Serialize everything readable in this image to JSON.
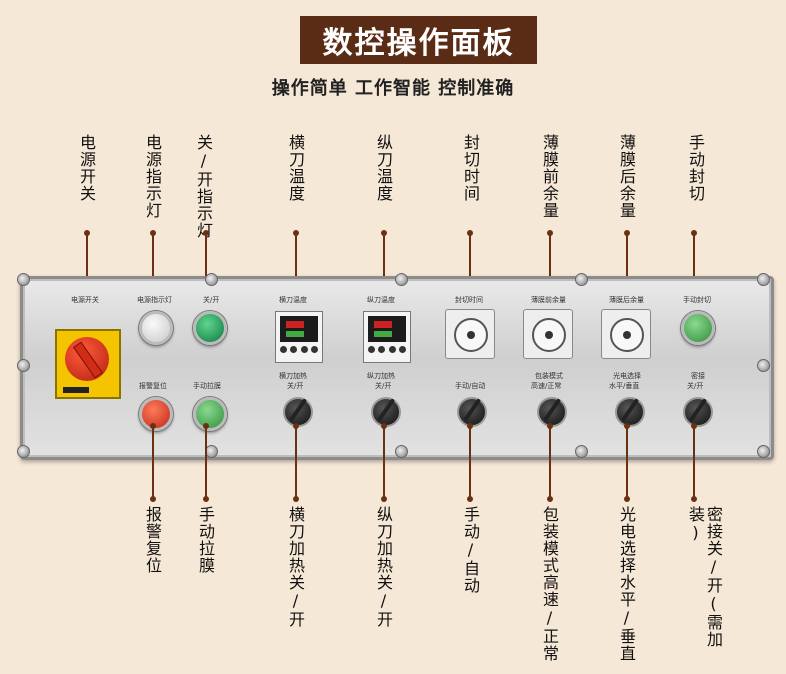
{
  "header": {
    "title": "数控操作面板",
    "subtitle": "操作简单  工作智能  控制准确"
  },
  "top_labels": [
    "电源开关",
    "电源指示灯",
    "关/开指示灯",
    "横刀温度",
    "纵刀温度",
    "封切时间",
    "薄膜前余量",
    "薄膜后余量",
    "手动封切"
  ],
  "bottom_labels": [
    "报警复位",
    "手动拉膜",
    "横刀加热关/开",
    "纵刀加热关/开",
    "手动/自动",
    "包装模式高速/正常",
    "光电选择水平/垂直",
    "密接关/开(需加装)"
  ],
  "panel": {
    "labels_top": [
      "电源开关",
      "电源指示灯",
      "关/开",
      "横刀温度",
      "纵刀温度",
      "封切时间",
      "薄膜前余量",
      "薄膜后余量",
      "手动封切"
    ],
    "labels_mid": {
      "reset": "报警复位",
      "pull": "手动拉膜",
      "h_heat_1": "横刀加热",
      "h_heat_2": "关/开",
      "v_heat_1": "纵刀加热",
      "v_heat_2": "关/开",
      "mode": "手动/自动",
      "pack_1": "包装模式",
      "pack_2": "高速/正常",
      "photo_1": "光电选择",
      "photo_2": "水平/垂直",
      "tight_1": "密接",
      "tight_2": "关/开"
    }
  }
}
